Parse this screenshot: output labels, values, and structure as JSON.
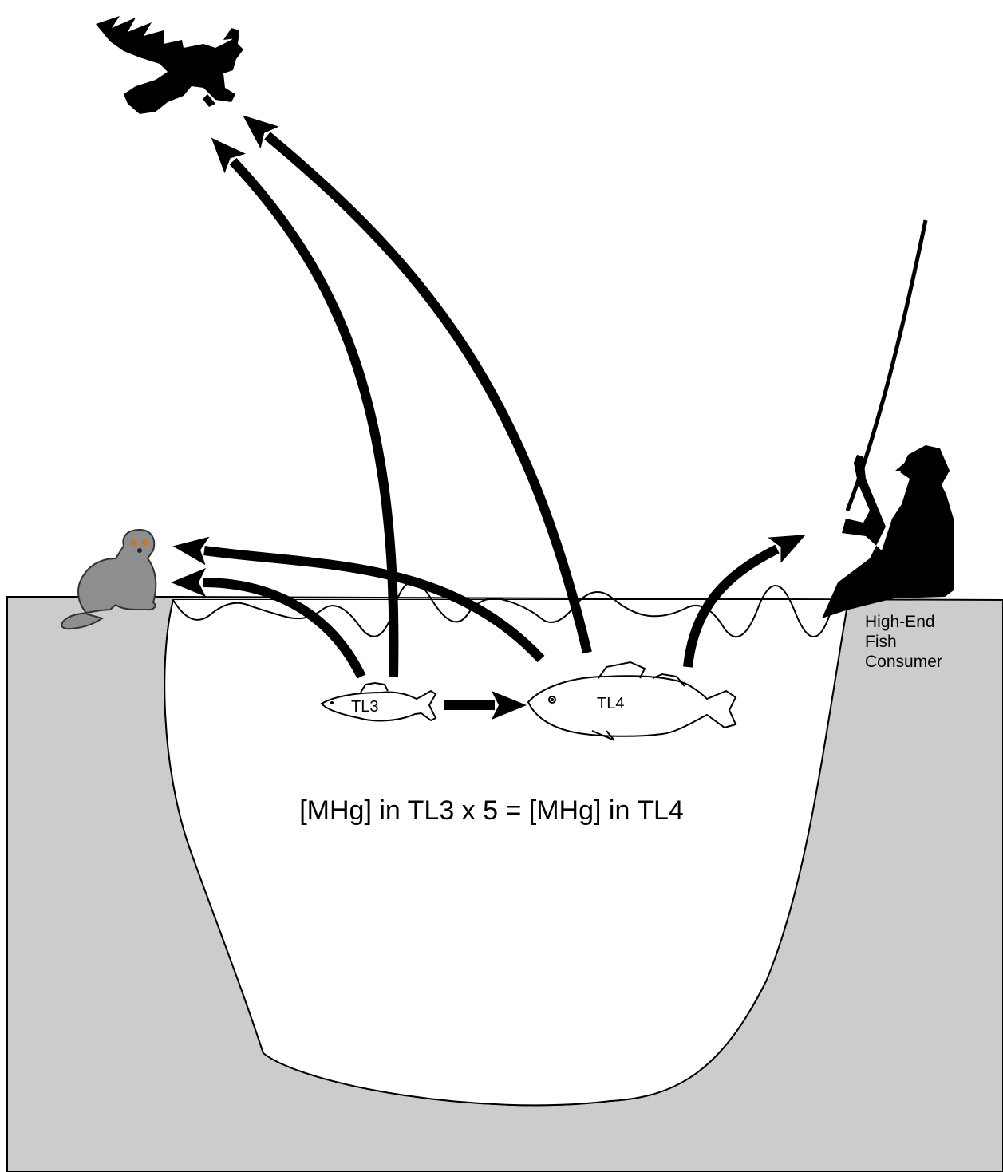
{
  "diagram": {
    "fish_small_label": "TL3",
    "fish_large_label": "TL4",
    "equation": "[MHg] in TL3 x 5 = [MHg] in TL4",
    "consumer_label": {
      "line1": "High-End",
      "line2": "Fish",
      "line3": "Consumer"
    }
  },
  "icons": {
    "bird": "eagle-icon",
    "otter": "otter-icon",
    "angler": "fisherman-icon",
    "small_fish": "tl3-fish-icon",
    "large_fish": "tl4-fish-icon"
  },
  "colors": {
    "ground": "#cccccc",
    "water": "#ffffff",
    "arrow": "#000000",
    "otter_fur": "#8e8e8e",
    "otter_eye": "#c8782a"
  }
}
